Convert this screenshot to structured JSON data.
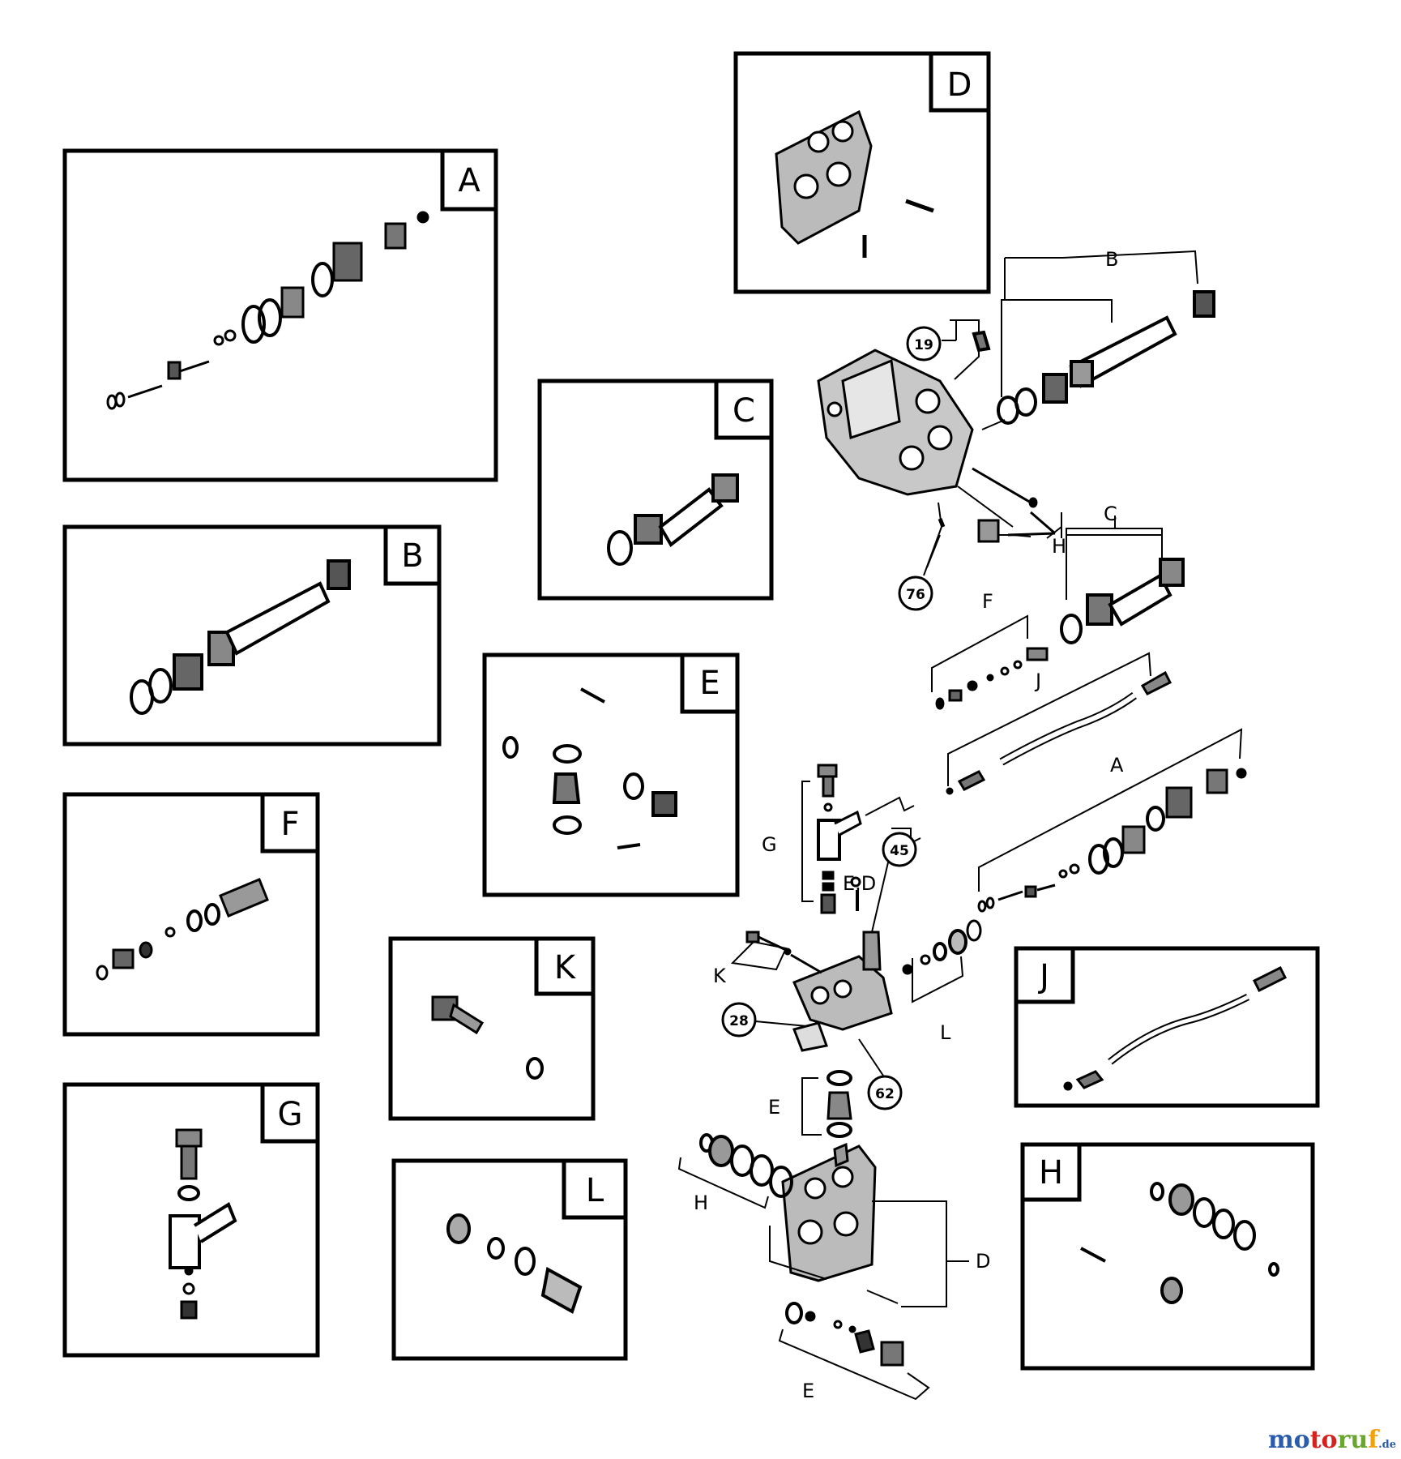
{
  "diagram": {
    "insets": [
      {
        "id": "A",
        "label": "A"
      },
      {
        "id": "B",
        "label": "B"
      },
      {
        "id": "C",
        "label": "C"
      },
      {
        "id": "D",
        "label": "D"
      },
      {
        "id": "E",
        "label": "E"
      },
      {
        "id": "F",
        "label": "F"
      },
      {
        "id": "G",
        "label": "G"
      },
      {
        "id": "H",
        "label": "H"
      },
      {
        "id": "J",
        "label": "J"
      },
      {
        "id": "K",
        "label": "K"
      },
      {
        "id": "L",
        "label": "L"
      }
    ],
    "callouts": [
      "19",
      "76",
      "45",
      "28",
      "62"
    ],
    "group_labels": {
      "B": "B",
      "C": "C",
      "H_top": "H",
      "F": "F",
      "J": "J",
      "A": "A",
      "G": "G",
      "ED": "E.D",
      "K": "K",
      "L": "L",
      "E_mid": "E",
      "H_bottom": "H",
      "D": "D",
      "E_bottom": "E"
    }
  },
  "watermark": {
    "part1": "mo",
    "part2": "to",
    "part3": "ru",
    "part4": "f",
    "suffix": ".de"
  }
}
